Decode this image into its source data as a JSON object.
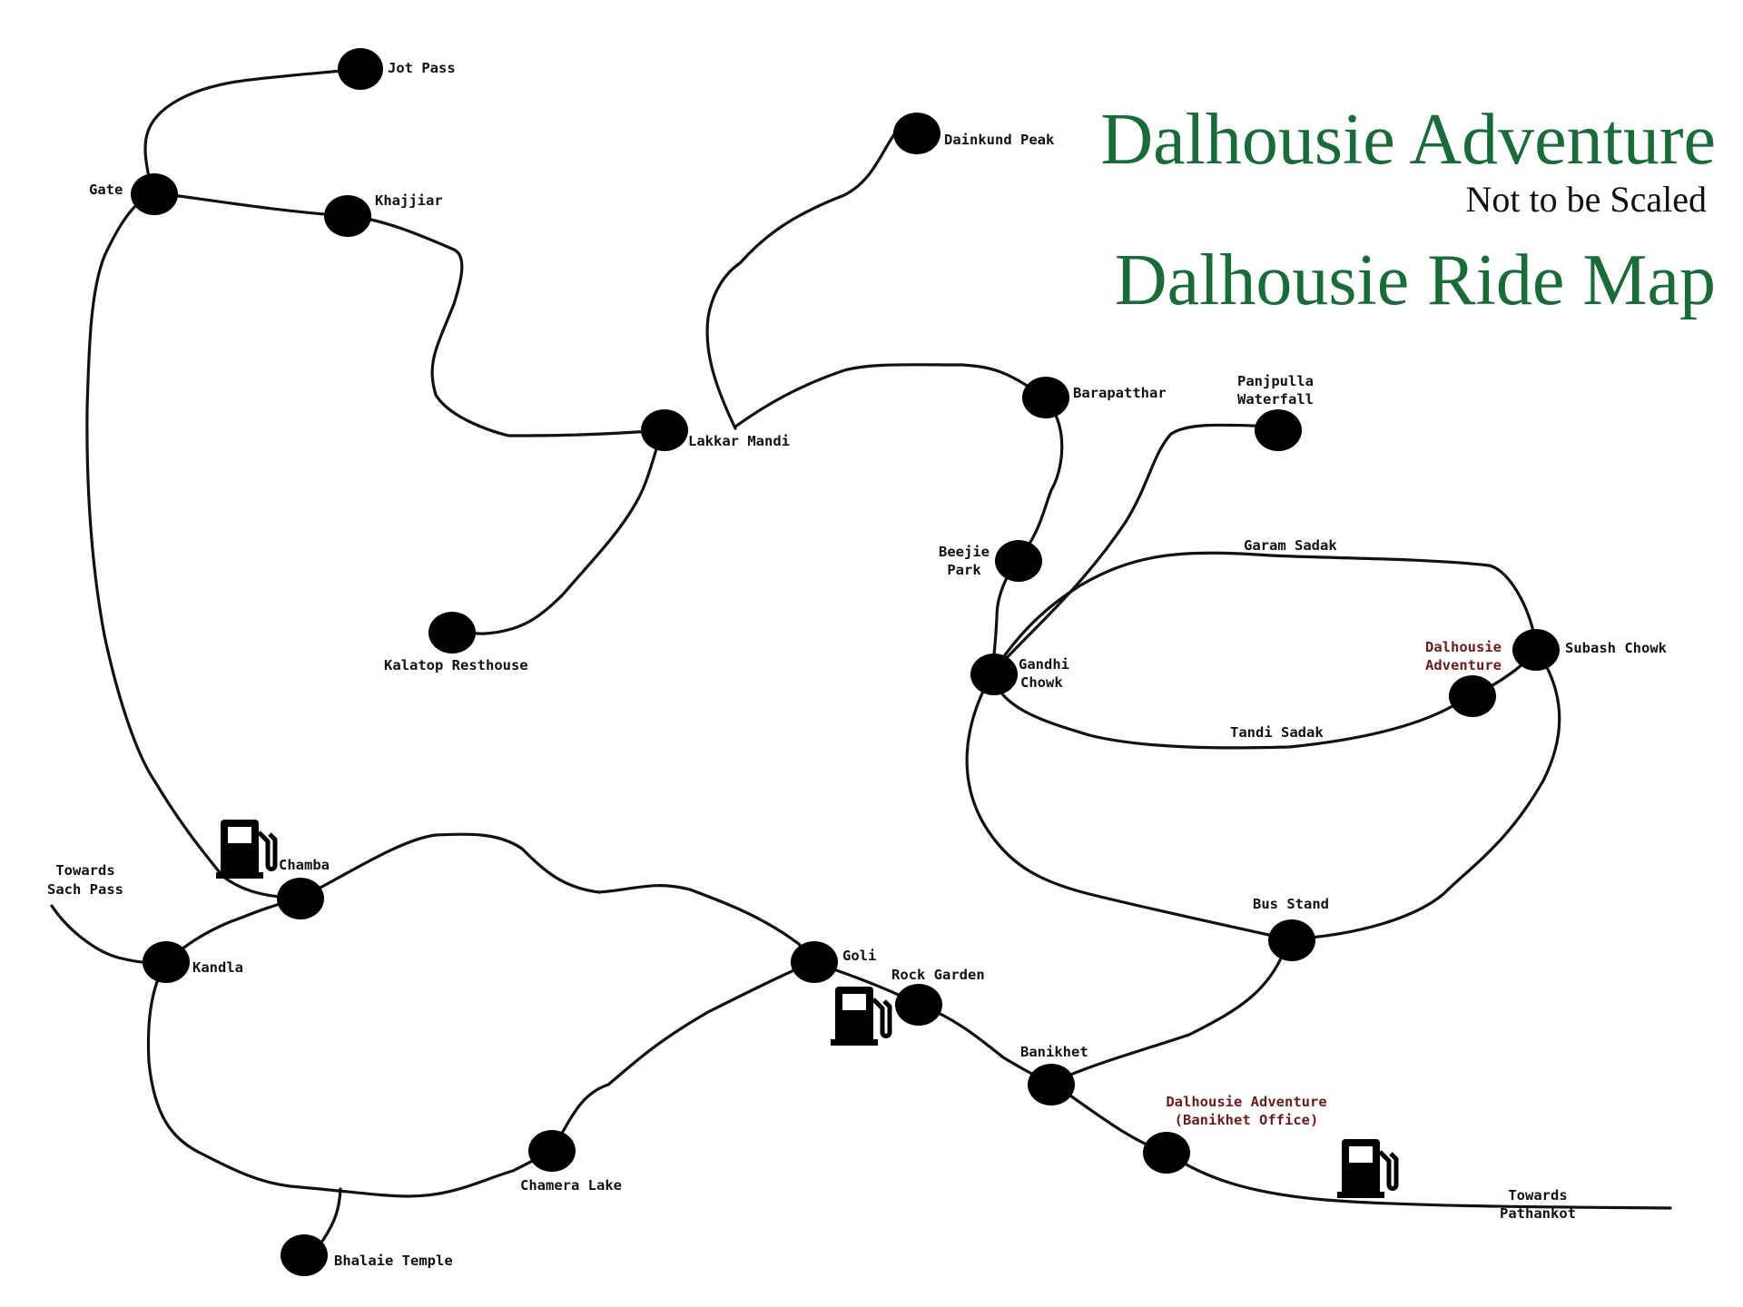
{
  "header": {
    "title": "Dalhousie Adventure",
    "note": "Not to be Scaled",
    "subtitle": "Dalhousie Ride Map",
    "title_color": "#1a6b3a"
  },
  "places": {
    "jot_pass": "Jot Pass",
    "gate": "Gate",
    "khajjiar": "Khajjiar",
    "dainkund_peak": "Dainkund Peak",
    "lakkar_mandi": "Lakkar Mandi",
    "kalatop": "Kalatop Resthouse",
    "barapatthar": "Barapatthar",
    "panjpulla_1": "Panjpulla",
    "panjpulla_2": "Waterfall",
    "beejie_1": "Beejie",
    "beejie_2": "Park",
    "garam_sadak": "Garam Sadak",
    "gandhi_1": "Gandhi",
    "gandhi_2": "Chowk",
    "da_1": "Dalhousie",
    "da_2": "Adventure",
    "subash_chowk": "Subash Chowk",
    "tandi_sadak": "Tandi Sadak",
    "towards_sach_1": "Towards",
    "towards_sach_2": "Sach Pass",
    "chamba": "Chamba",
    "kandla": "Kandla",
    "goli": "Goli",
    "rock_garden": "Rock Garden",
    "bus_stand": "Bus Stand",
    "banikhet": "Banikhet",
    "dab_1": "Dalhousie Adventure",
    "dab_2": "(Banikhet Office)",
    "chamera_lake": "Chamera Lake",
    "bhalaie_temple": "Bhalaie Temple",
    "towards_pathankot_1": "Towards",
    "towards_pathankot_2": "Pathankot"
  },
  "icons": {
    "fuel": "fuel-pump-icon"
  },
  "colors": {
    "label_highlight": "#6b1c1c",
    "road": "#111111"
  }
}
